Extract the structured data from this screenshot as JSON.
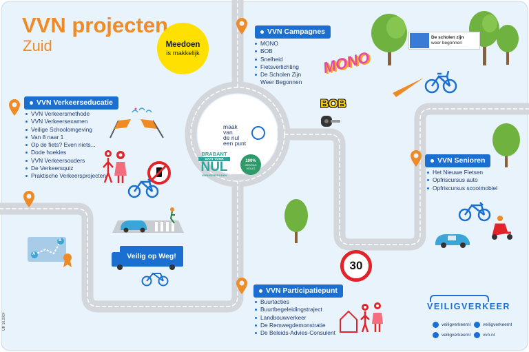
{
  "title": {
    "main": "VVN projecten",
    "region": "Zuid"
  },
  "badge": {
    "line1": "Meedoen",
    "line2": "is makkelijk"
  },
  "campagnes": {
    "header": "VVN Campagnes",
    "items": [
      "MONO",
      "BOB",
      "Snelheid",
      "Fietsverlichting",
      "De Scholen Zijn",
      "Weer Begonnen"
    ],
    "logos": [
      "MONO",
      "BOB"
    ],
    "banner": {
      "line1": "De scholen zijn",
      "line2": "weer begonnen"
    }
  },
  "educatie": {
    "header": "VVN Verkeerseducatie",
    "items": [
      "VVN Verkeersmethode",
      "VVN Verkeersexamen",
      "Veilige Schoolomgeving",
      "Van 8 naar 1",
      "Op de fiets? Even niets...",
      "Dode hoekies",
      "VVN Verkeersouders",
      "De Verkeersquiz",
      "Praktische Verkeersprojecten"
    ]
  },
  "senioren": {
    "header": "VVN Senioren",
    "items": [
      "Het Nieuwe Fietsen",
      "Opfriscursus auto",
      "Opfriscursus scootmobiel"
    ]
  },
  "participatie": {
    "header": "VVN Participatiepunt",
    "items": [
      "Buurtacties",
      "Buurtbegeleidingstraject",
      "Landbouwverkeer",
      "De Remwegdemonstratie",
      "De Beleids-Advies-Consulent"
    ]
  },
  "roundabout": {
    "maak_l1": "maak",
    "maak_l2": "van",
    "maak_l3": "de nul",
    "maak_l4": "een punt",
    "brabant_l1": "BRABANT",
    "brabant_l2": "GAAT VOOR",
    "brabant_l3": "NUL",
    "brabant_l4": "VERKEERSDODEN",
    "circle_l1": "100%",
    "circle_l2": "GEDRAG",
    "circle_l3": "VEILIG"
  },
  "truck_label": "Veilig op Weg!",
  "speed_sign": "30",
  "route_labels": [
    "A",
    "B"
  ],
  "brand": {
    "name": "VEILIGVERKEER"
  },
  "socials": [
    {
      "icon": "facebook-icon",
      "label": "veiligverkeernl"
    },
    {
      "icon": "twitter-icon",
      "label": "veiligverkeernl"
    },
    {
      "icon": "instagram-icon",
      "label": "veiligverkeernl"
    },
    {
      "icon": "web-icon",
      "label": "vvn.nl"
    }
  ],
  "code": "UR 10.2024",
  "colors": {
    "background": "#e9f3fb",
    "road": "#d3d6da",
    "accent_orange": "#f08a24",
    "header_blue": "#1a6fd1",
    "badge_yellow": "#ffe000",
    "text_navy": "#1e3a6e",
    "tree_green": "#6fb23f"
  }
}
